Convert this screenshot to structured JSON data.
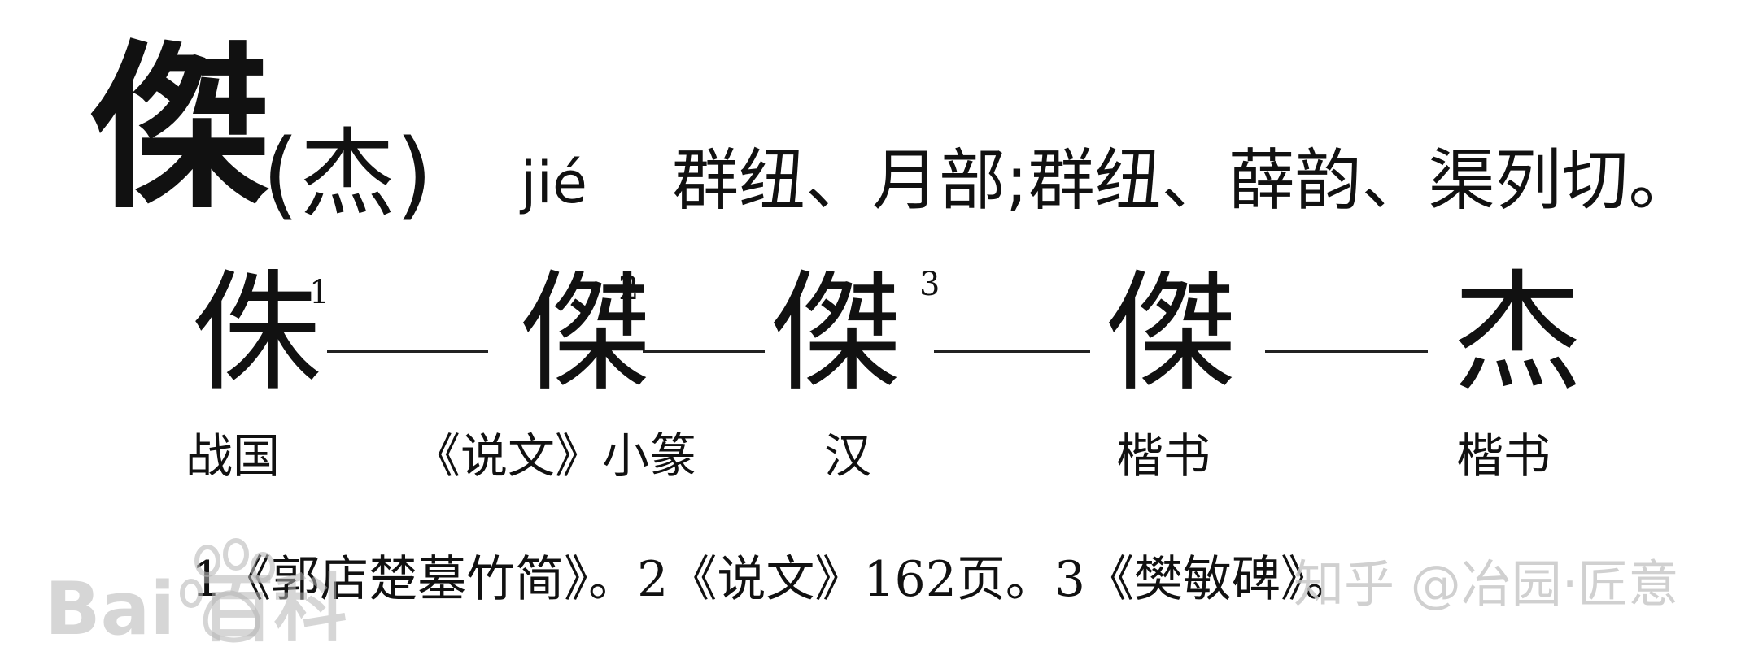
{
  "headword": {
    "traditional": "傑",
    "simplified": "(杰)",
    "pinyin": "jié",
    "fanqie": "群纽、月部;群纽、薛韵、渠列切。"
  },
  "evolution": [
    {
      "glyph": "侏",
      "note": "1",
      "label": "战国"
    },
    {
      "glyph": "傑",
      "note": "2",
      "label": "《说文》小篆"
    },
    {
      "glyph": "傑",
      "note": "3",
      "label": "汉"
    },
    {
      "glyph": "傑",
      "note": "",
      "label": "楷书"
    },
    {
      "glyph": "杰",
      "note": "",
      "label": "楷书"
    }
  ],
  "footnote": "1《郭店楚墓竹简》。2《说文》162页。3《樊敏碑》。",
  "watermarks": {
    "baidu": "Bai 百科",
    "zhihu": "知乎 @冶园·匠意"
  }
}
